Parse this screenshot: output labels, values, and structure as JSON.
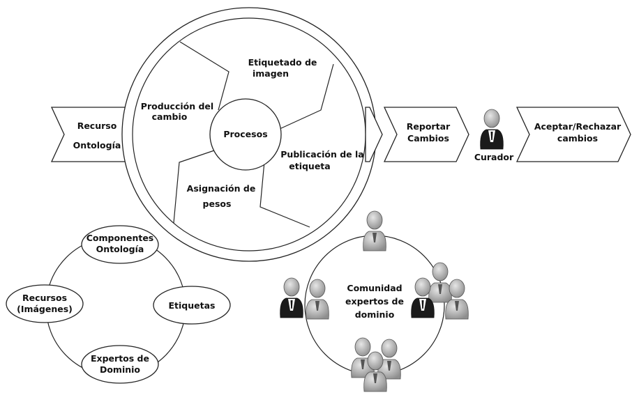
{
  "left_arrow": {
    "line1": "Recurso",
    "line2": "Ontología"
  },
  "cycle": {
    "center": "Procesos",
    "segments": [
      {
        "line1": "Producción del",
        "line2": "cambio"
      },
      {
        "line1": "Etiquetado de",
        "line2": "imagen"
      },
      {
        "line1": "Publicación de la",
        "line2": "etiqueta"
      },
      {
        "line1": "Asignación de",
        "line2": "pesos"
      }
    ]
  },
  "report_arrow": {
    "line1": "Reportar",
    "line2": "Cambios"
  },
  "curator": {
    "label": "Curador"
  },
  "accept_arrow": {
    "line1": "Aceptar/Rechazar",
    "line2": "cambios"
  },
  "resource_ring": {
    "nodes": [
      {
        "line1": "Componentes",
        "line2": "Ontología"
      },
      {
        "line1": "Etiquetas",
        "line2": ""
      },
      {
        "line1": "Expertos de",
        "line2": "Dominio"
      },
      {
        "line1": "Recursos",
        "line2": "(Imágenes)"
      }
    ]
  },
  "community": {
    "line1": "Comunidad",
    "line2": "expertos de",
    "line3": "dominio"
  },
  "colors": {
    "stroke": "#222222",
    "person_fill": "#b9b9b9",
    "suit": "#1b1b1b"
  }
}
